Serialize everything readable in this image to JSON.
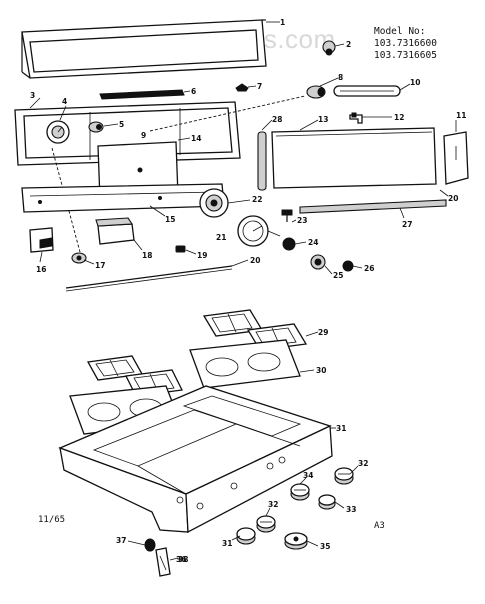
{
  "watermark": "AppliancePartsPros.com",
  "model_info": {
    "heading": "Model No:",
    "line1": "103.7316600",
    "line2": "103.7316605"
  },
  "footer": {
    "date": "11/65",
    "sheet": "A3"
  },
  "callouts": [
    "1",
    "2",
    "3",
    "4",
    "5",
    "6",
    "7",
    "8",
    "9",
    "10",
    "11",
    "12",
    "13",
    "14",
    "15",
    "16",
    "17",
    "18",
    "19",
    "20",
    "21",
    "22",
    "23",
    "24",
    "25",
    "26",
    "27",
    "28",
    "29",
    "30",
    "31",
    "32",
    "33",
    "34",
    "35",
    "36",
    "37",
    "38"
  ]
}
